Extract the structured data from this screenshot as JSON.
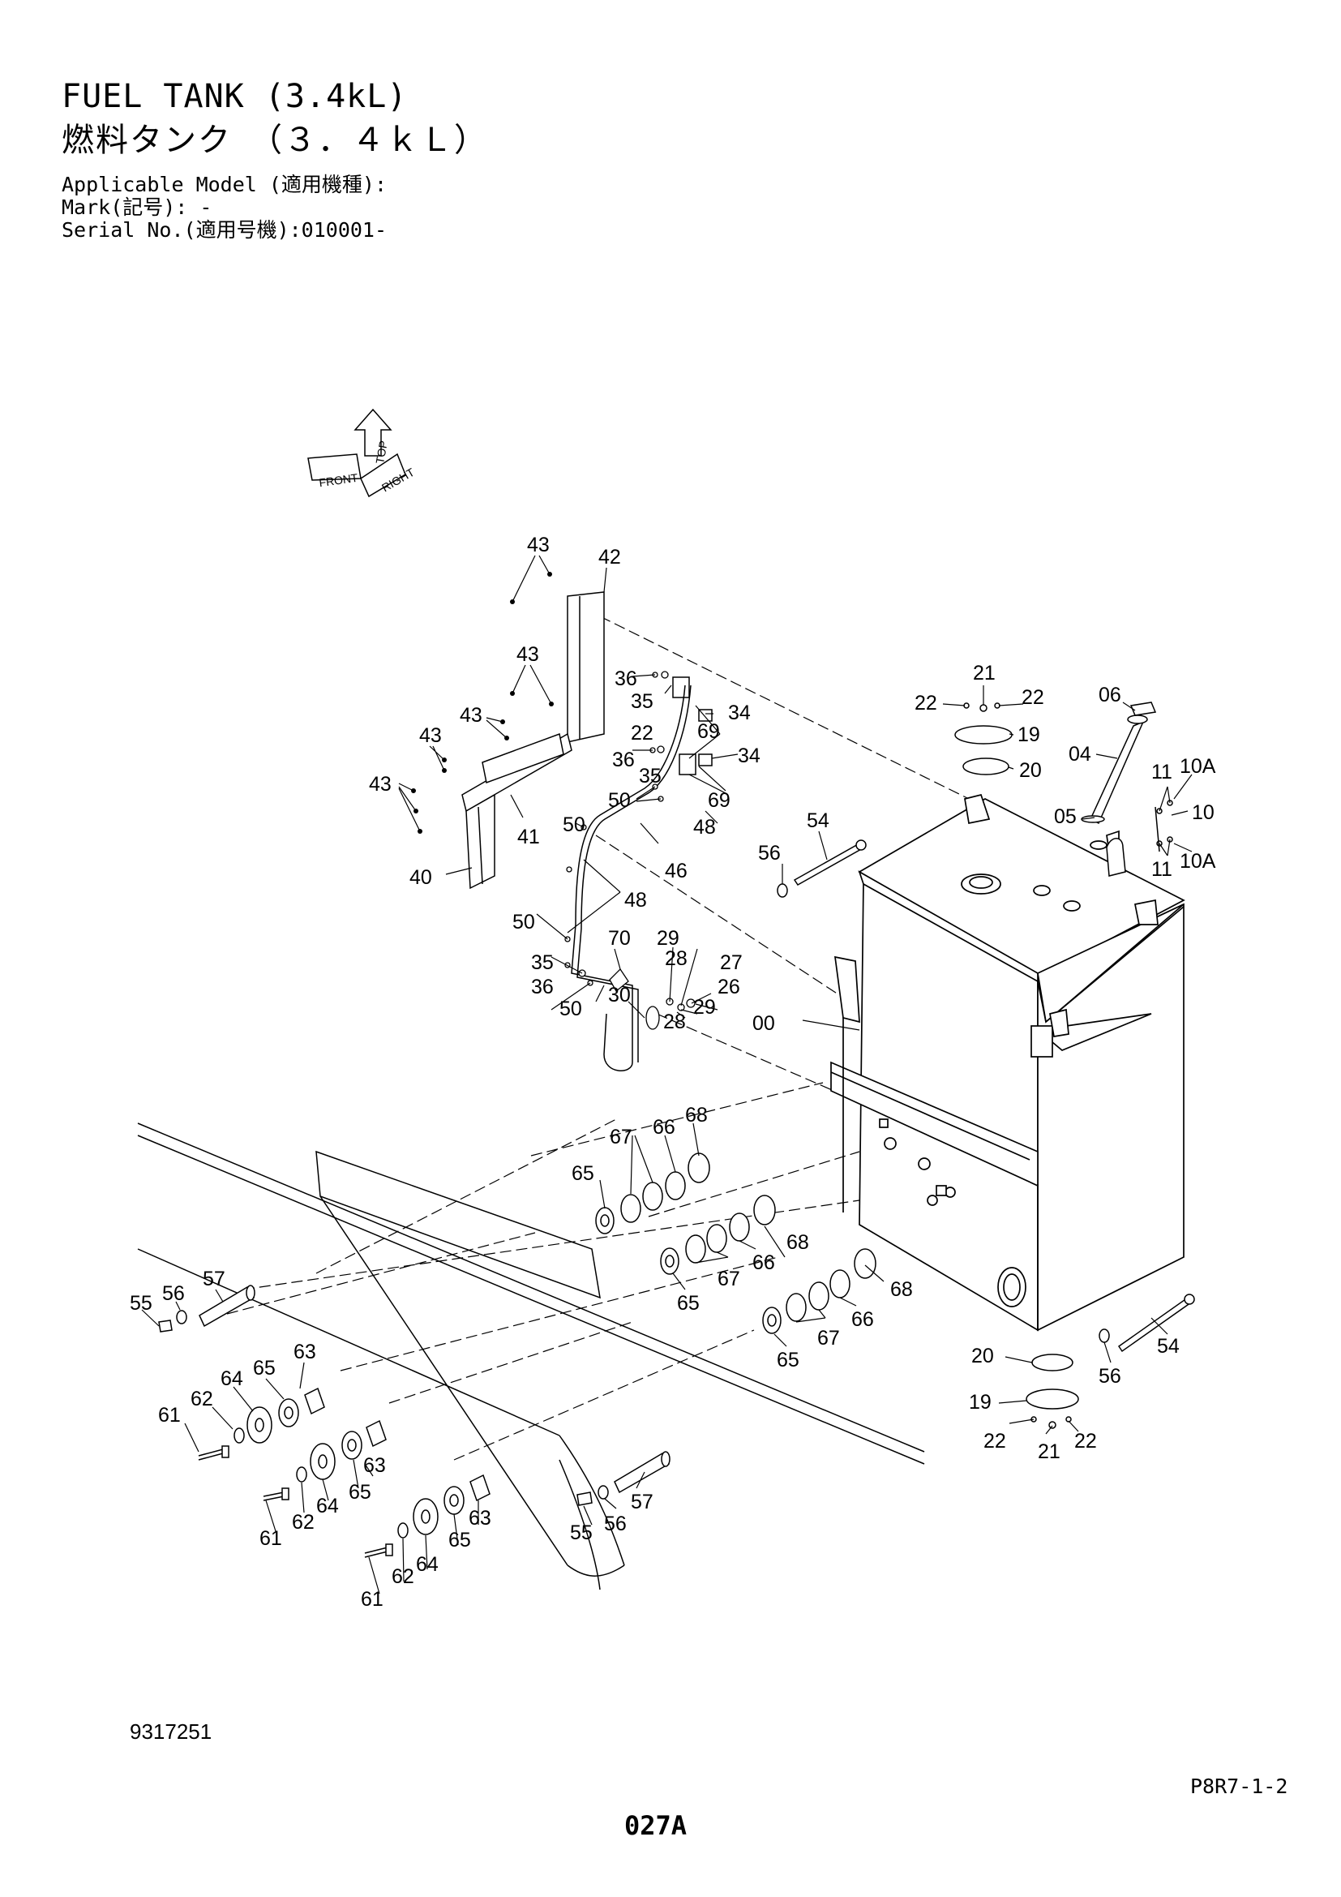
{
  "header": {
    "title_en": "FUEL TANK (3.4kL)",
    "title_jp": "燃料タンク　（３．４ｋＬ）",
    "applicable_model": "Applicable Model (適用機種):",
    "mark": "Mark(記号): -",
    "serial": "Serial No.(適用号機):010001-"
  },
  "orientation": {
    "front": "FRONT",
    "top": "TOP",
    "right": "RIGHT"
  },
  "drawing_number": "9317251",
  "reference_code": "P8R7-1-2",
  "page_number": "027A",
  "callouts": {
    "c43a": "43",
    "c42": "42",
    "c43b": "43",
    "c43c": "43",
    "c43d": "43",
    "c43e": "43",
    "c41": "41",
    "c40": "40",
    "c36a": "36",
    "c35a": "35",
    "c34a": "34",
    "c22a": "22",
    "c69a": "69",
    "c36b": "36",
    "c34b": "34",
    "c35b": "35",
    "c50a": "50",
    "c69b": "69",
    "c48a": "48",
    "c50b": "50",
    "c46": "46",
    "c48b": "48",
    "c50c": "50",
    "c70": "70",
    "c29a": "29",
    "c35c": "35",
    "c28a": "28",
    "c27": "27",
    "c36c": "36",
    "c26": "26",
    "c30": "30",
    "c29b": "29",
    "c50d": "50",
    "c28b": "28",
    "c21a": "21",
    "c22b": "22",
    "c22c": "22",
    "c19a": "19",
    "c20a": "20",
    "c06": "06",
    "c04": "04",
    "c11a": "11",
    "c10Aa": "10A",
    "c05": "05",
    "c10": "10",
    "c11b": "11",
    "c10Ab": "10A",
    "c54a": "54",
    "c56a": "56",
    "c00": "00",
    "c68a": "68",
    "c66a": "66",
    "c67a": "67",
    "c65a": "65",
    "c68b": "68",
    "c66b": "66",
    "c67b": "67",
    "c65b": "65",
    "c68c": "68",
    "c66c": "66",
    "c67c": "67",
    "c65c": "65",
    "c57a": "57",
    "c56b": "56",
    "c55a": "55",
    "c63a": "63",
    "c65d": "65",
    "c64a": "64",
    "c62a": "62",
    "c61a": "61",
    "c63b": "63",
    "c65e": "65",
    "c64b": "64",
    "c62b": "62",
    "c61b": "61",
    "c63c": "63",
    "c65f": "65",
    "c64c": "64",
    "c62c": "62",
    "c61c": "61",
    "c57b": "57",
    "c56c": "56",
    "c55b": "55",
    "c20b": "20",
    "c54b": "54",
    "c56d": "56",
    "c19b": "19",
    "c22d": "22",
    "c21b": "21",
    "c22e": "22"
  }
}
